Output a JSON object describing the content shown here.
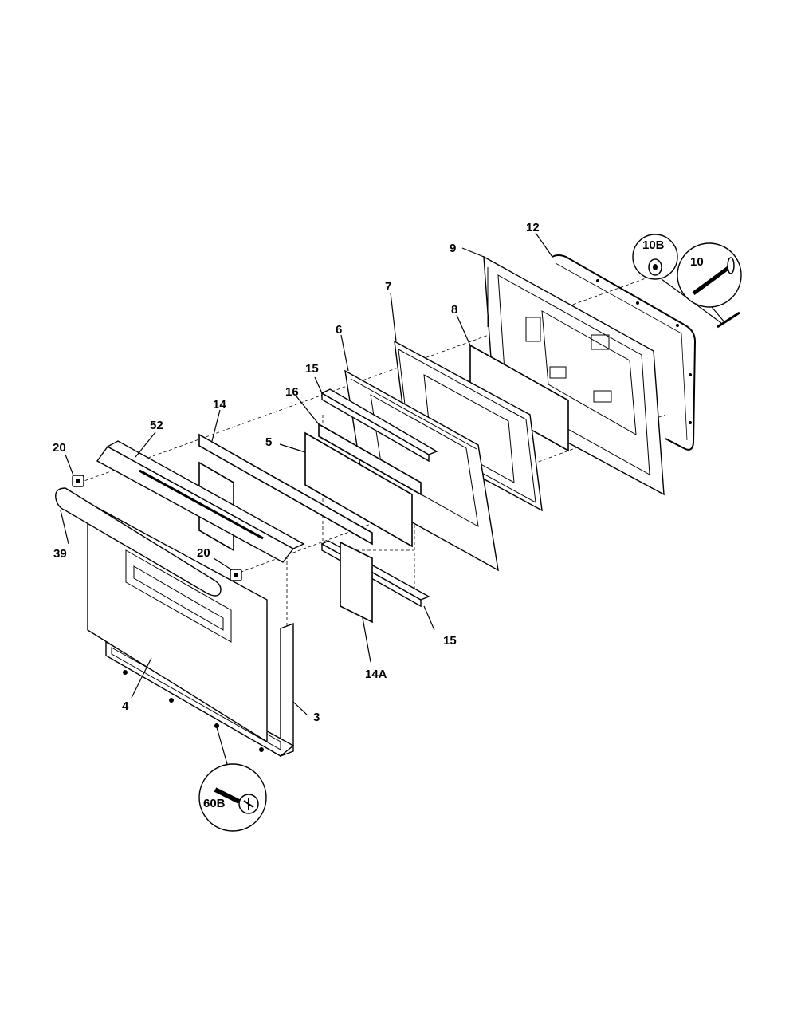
{
  "callouts": {
    "c3": "3",
    "c4": "4",
    "c5": "5",
    "c6": "6",
    "c7": "7",
    "c8": "8",
    "c9": "9",
    "c10": "10",
    "c10b": "10B",
    "c12": "12",
    "c14": "14",
    "c14a": "14A",
    "c15_top": "15",
    "c15_bottom": "15",
    "c16": "16",
    "c20_left": "20",
    "c20_right": "20",
    "c39": "39",
    "c52": "52",
    "c60b": "60B"
  }
}
